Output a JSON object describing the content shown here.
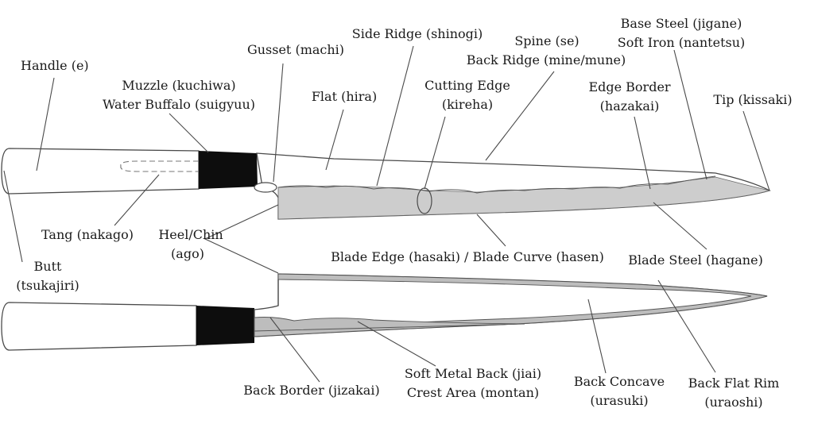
{
  "labels": {
    "handle": "Handle (e)",
    "muzzle": "Muzzle (kuchiwa)",
    "water_buffalo": "Water Buffalo (suigyuu)",
    "gusset": "Gusset (machi)",
    "side_ridge": "Side Ridge (shinogi)",
    "flat": "Flat (hira)",
    "spine": "Spine (se)",
    "back_ridge": "Back Ridge (mine/mune)",
    "cutting_edge_1": "Cutting Edge",
    "cutting_edge_2": "(kireha)",
    "base_steel": "Base Steel (jigane)",
    "soft_iron": "Soft Iron (nantetsu)",
    "edge_border_1": "Edge Border",
    "edge_border_2": "(hazakai)",
    "tip": "Tip (kissaki)",
    "tang": "Tang (nakago)",
    "heel_1": "Heel/Chin",
    "heel_2": "(ago)",
    "butt_1": "Butt",
    "butt_2": "(tsukajiri)",
    "blade_edge": "Blade Edge (hasaki) / Blade Curve (hasen)",
    "blade_steel": "Blade Steel (hagane)",
    "back_border": "Back Border (jizakai)",
    "soft_metal_back": "Soft Metal Back (jiai)",
    "crest_area": "Crest Area (montan)",
    "back_concave_1": "Back Concave",
    "back_concave_2": "(urasuki)",
    "back_flat_rim_1": "Back Flat Rim",
    "back_flat_rim_2": "(uraoshi)"
  }
}
